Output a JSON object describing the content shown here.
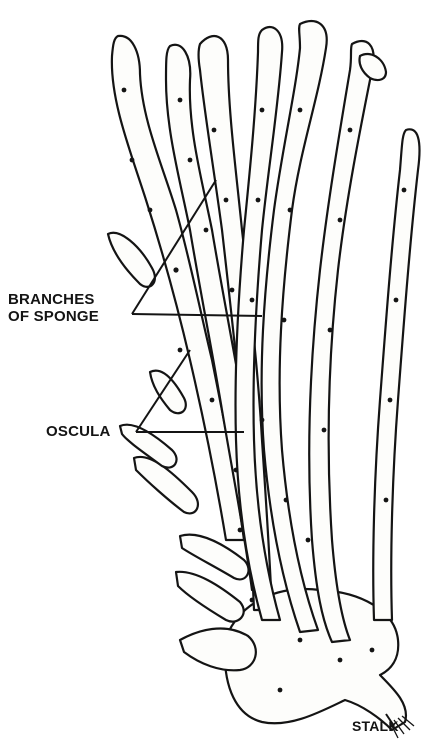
{
  "figure": {
    "description_free": true,
    "colors": {
      "ink": "#141414",
      "paper": "#ffffff",
      "body_fill": "#fdfdfb"
    }
  },
  "labels": {
    "branches_line1": "BRANCHES",
    "branches_line2": "OF SPONGE",
    "oscula": "OSCULA",
    "stalk": "STALK"
  }
}
